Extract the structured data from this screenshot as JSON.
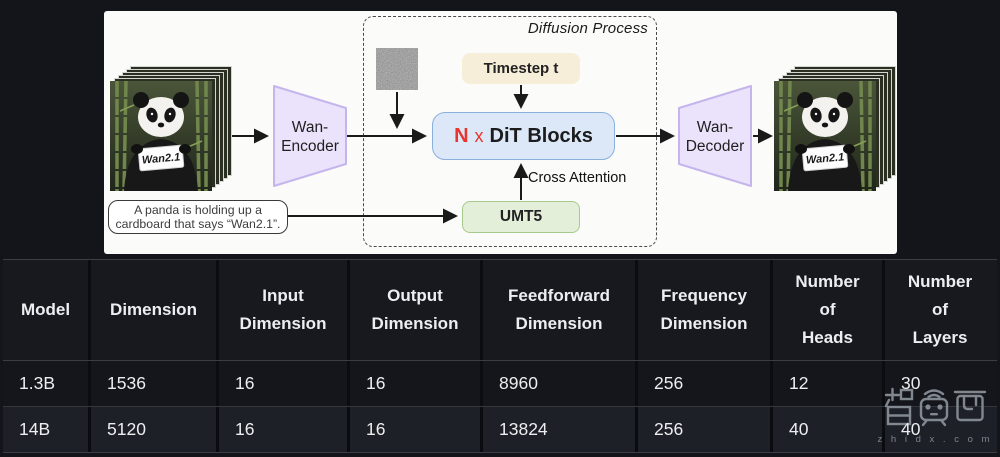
{
  "diagram": {
    "diffusion_process_label": "Diffusion Process",
    "timestep_label": "Timestep t",
    "dit": {
      "n": "N",
      "x": "x",
      "label": "DiT Blocks"
    },
    "cross_attention_label": "Cross Attention",
    "umt5_label": "UMT5",
    "encoder": {
      "line1": "Wan-",
      "line2": "Encoder"
    },
    "decoder": {
      "line1": "Wan-",
      "line2": "Decoder"
    },
    "prompt": {
      "line1": "A panda is holding up a",
      "line2": "cardboard that says “Wan2.1”."
    },
    "panda_sign": "Wan2.1",
    "colors": {
      "dit_fill": "#dce8f8",
      "dit_border": "#8ab0de",
      "dit_accent_red": "#e8352d",
      "timestep_fill": "#f7eeda",
      "umt5_fill": "#e4efda",
      "umt5_border": "#a8c98c",
      "codec_fill": "#eae3fb",
      "codec_border": "#c6b5ed"
    }
  },
  "table": {
    "headers": [
      {
        "l1": "Model"
      },
      {
        "l1": "Dimension"
      },
      {
        "l1": "Input",
        "l2": "Dimension"
      },
      {
        "l1": "Output",
        "l2": "Dimension"
      },
      {
        "l1": "Feedforward",
        "l2": "Dimension"
      },
      {
        "l1": "Frequency",
        "l2": "Dimension"
      },
      {
        "l1": "Number",
        "l2": "of",
        "l3": "Heads"
      },
      {
        "l1": "Number",
        "l2": "of",
        "l3": "Layers"
      }
    ],
    "rows": [
      [
        "1.3B",
        "1536",
        "16",
        "16",
        "8960",
        "256",
        "12",
        "30"
      ],
      [
        "14B",
        "5120",
        "16",
        "16",
        "13824",
        "256",
        "40",
        "40"
      ]
    ]
  },
  "watermark": {
    "brand": "智東西",
    "domain": "z h i d x . c o m"
  }
}
